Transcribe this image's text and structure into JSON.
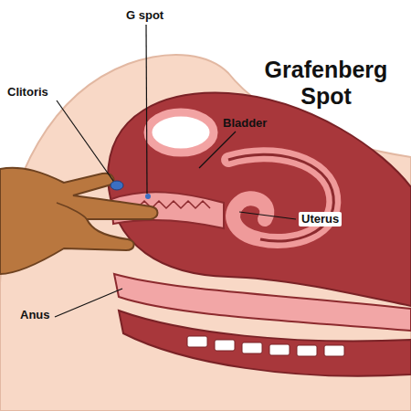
{
  "diagram": {
    "title": "Grafenberg Spot",
    "labels": [
      "G spot",
      "Clitoris",
      "Bladder",
      "Uterus",
      "Anus"
    ]
  }
}
